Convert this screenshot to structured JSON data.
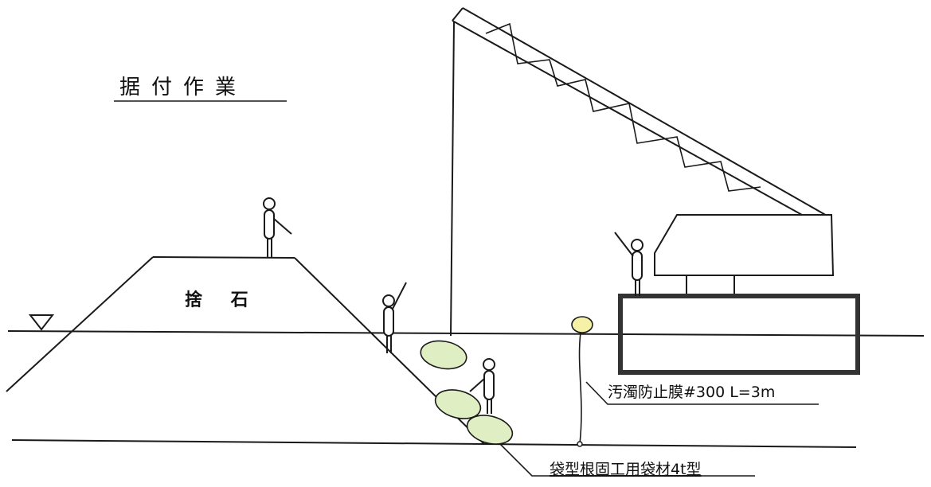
{
  "title": "据付作業",
  "labels": {
    "rubble_mound": "捨 石",
    "silt_fence": "汚濁防止膜#300  L=3m",
    "bag_material": "袋型根固工用袋材4t型"
  },
  "icons": {
    "water_level": "water-level-triangle-icon",
    "crane": "crawler-crane-icon",
    "worker": "worker-figure-icon",
    "bag": "bag-block-icon",
    "buoy": "float-buoy-icon"
  },
  "colors": {
    "bag_fill": "#dfeec3",
    "buoy_fill": "#f5f2a8",
    "ink": "#1a1a1a"
  }
}
